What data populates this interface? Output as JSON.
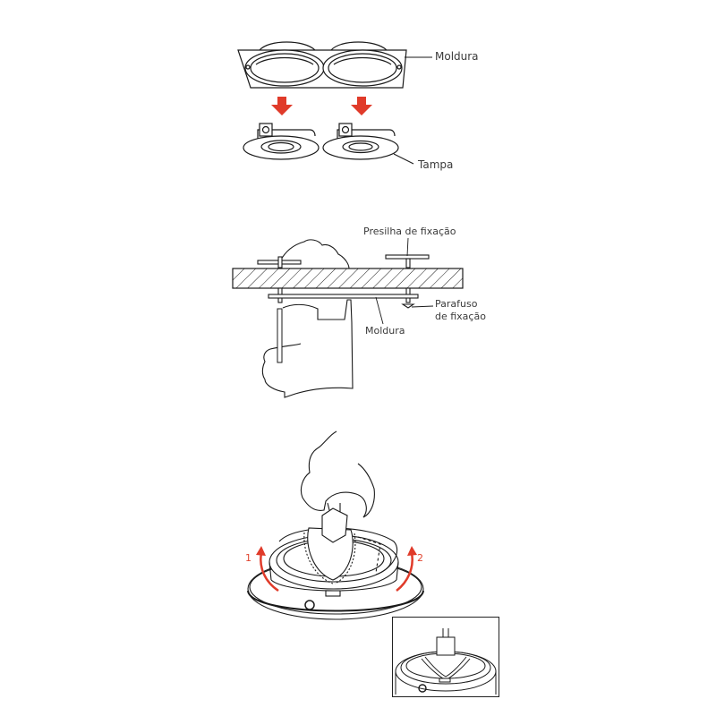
{
  "diagram": {
    "colors": {
      "line": "#1a1a1a",
      "accent": "#e03b2a",
      "text": "#3a3a3a"
    },
    "step1": {
      "labels": {
        "frame": "Moldura",
        "cover": "Tampa"
      },
      "arrows": [
        "down-arrow",
        "down-arrow"
      ]
    },
    "step2": {
      "labels": {
        "clip": "Presilha de fixação",
        "screw_line1": "Parafuso",
        "screw_line2": "de fixação",
        "frame": "Moldura"
      }
    },
    "step3": {
      "rotation_labels": [
        "1",
        "2"
      ],
      "inset": true
    }
  }
}
